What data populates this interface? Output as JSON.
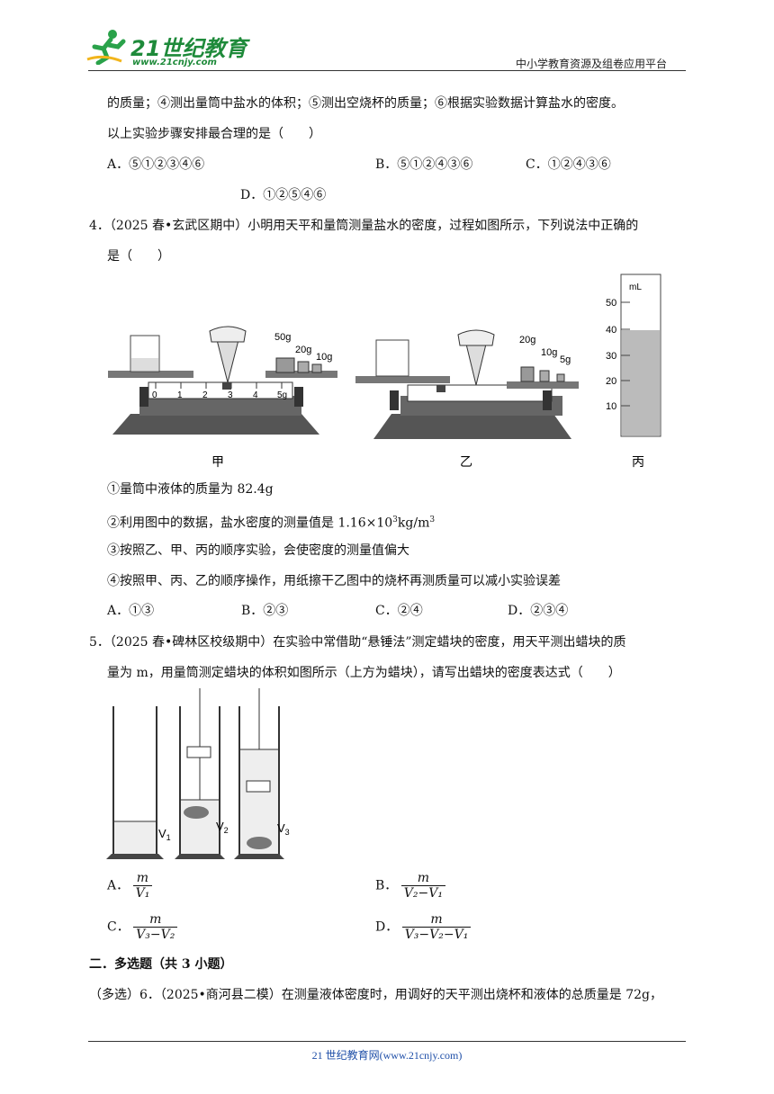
{
  "header": {
    "logo_text": "21世纪教育",
    "logo_url": "www.21cnjy.com",
    "platform": "中小学教育资源及组卷应用平台"
  },
  "q3": {
    "line1": "的质量；④测出量筒中盐水的体积；⑤测出空烧杯的质量；⑥根据实验数据计算盐水的密度。",
    "line2": "以上实验步骤安排最合理的是（　　）",
    "options": {
      "A": "A．⑤①②③④⑥",
      "B": "B．⑤①②④③⑥",
      "C": "C．①②④③⑥",
      "D": "D．①②⑤④⑥"
    }
  },
  "q4": {
    "line1": "4．（2025 春•玄武区期中）小明用天平和量筒测量盐水的密度，过程如图所示，下列说法中正确的",
    "line2": "是（　　）",
    "figure": {
      "labels": {
        "jia": "甲",
        "yi": "乙",
        "bing": "丙"
      },
      "weights_jia": [
        "50g",
        "20g",
        "10g"
      ],
      "weights_yi": [
        "20g",
        "10g",
        "5g"
      ],
      "ruler_ticks": [
        "0",
        "1",
        "2",
        "3",
        "4",
        "5g"
      ],
      "cylinder_unit": "mL",
      "cylinder_ticks": [
        "50",
        "40",
        "30",
        "20",
        "10"
      ]
    },
    "s1": "①量筒中液体的质量为 82.4g",
    "s2_pre": "②利用图中的数据，盐水密度的测量值是 1.16×10",
    "s2_sup": "3",
    "s2_mid": "kg/m",
    "s2_sup2": "3",
    "s3": "③按照乙、甲、丙的顺序实验，会使密度的测量值偏大",
    "s4": "④按照甲、丙、乙的顺序操作，用纸擦干乙图中的烧杯再测质量可以减小实验误差",
    "options": {
      "A": "A．①③",
      "B": "B．②③",
      "C": "C．②④",
      "D": "D．②③④"
    }
  },
  "q5": {
    "line1": "5．（2025 春•碑林区校级期中）在实验中常借助“悬锤法”测定蜡块的密度，用天平测出蜡块的质",
    "line2": "量为 m，用量筒测定蜡块的体积如图所示（上方为蜡块），请写出蜡块的密度表达式（　　）",
    "figure_labels": {
      "v1": "V",
      "v1_sub": "1",
      "v2": "V",
      "v2_sub": "2",
      "v3": "V",
      "v3_sub": "3"
    },
    "options": {
      "A_label": "A．",
      "A_num": "m",
      "A_den": "V₁",
      "B_label": "B．",
      "B_num": "m",
      "B_den": "V₂−V₁",
      "C_label": "C．",
      "C_num": "m",
      "C_den": "V₃−V₂",
      "D_label": "D．",
      "D_num": "m",
      "D_den": "V₃−V₂−V₁"
    }
  },
  "section2": "二．多选题（共 3 小题）",
  "q6": "（多选）6．（2025•商河县二模）在测量液体密度时，用调好的天平测出烧杯和液体的总质量是 72g，",
  "footer": "21 世纪教育网(www.21cnjy.com)"
}
